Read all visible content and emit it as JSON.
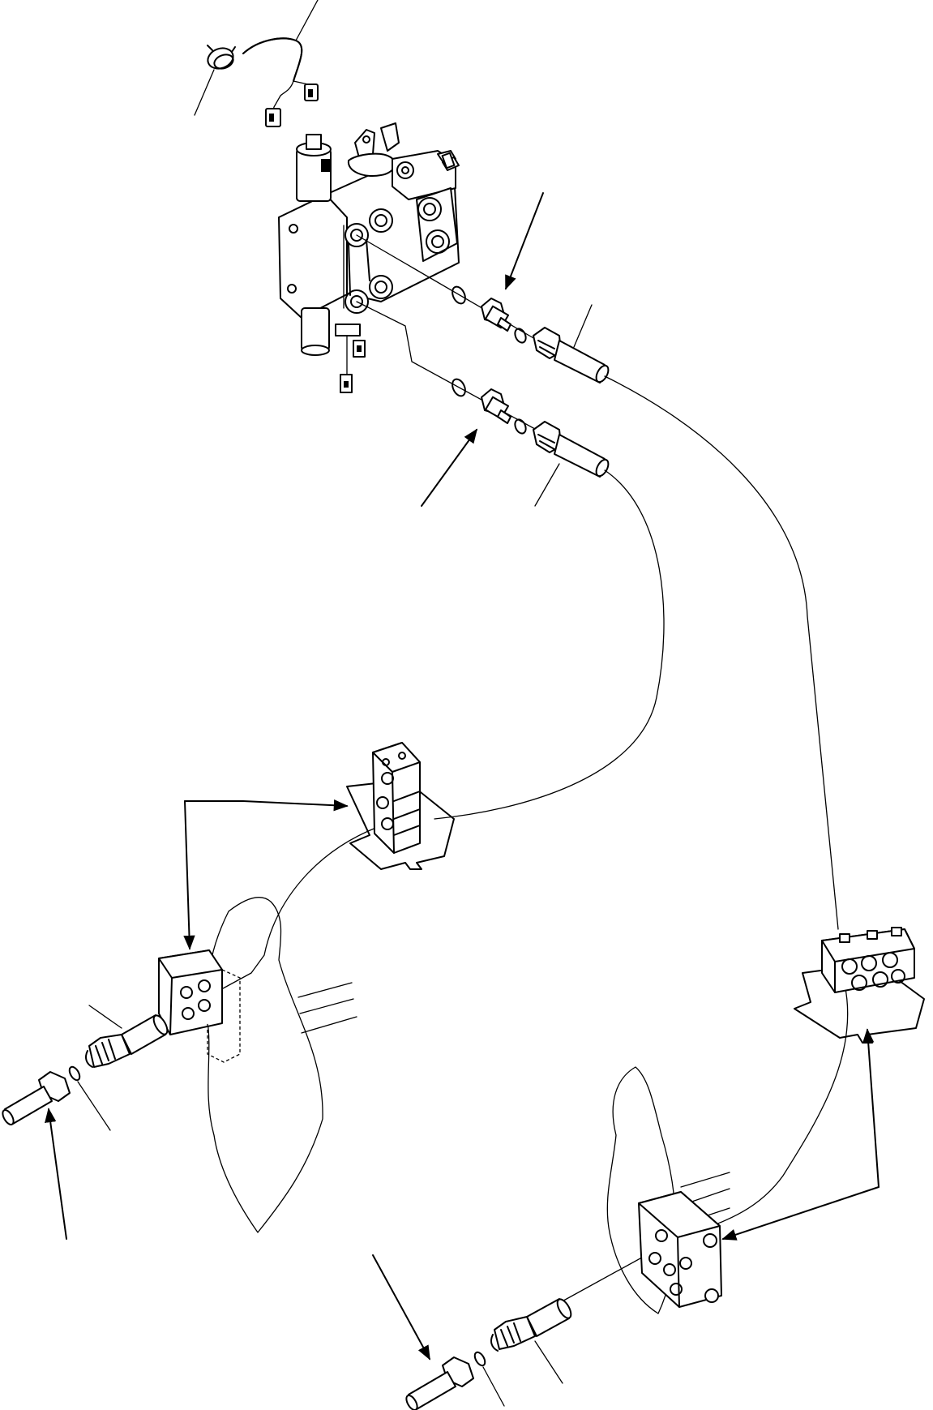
{
  "diagram": {
    "type": "exploded-view parts diagram (hydraulic control valve hose routing)",
    "text_labels": [],
    "colors": {
      "line": "#000000",
      "background": "#ffffff"
    },
    "parts": [
      "hose-clamp",
      "wire-harness",
      "control-valve",
      "o-ring",
      "adapter-fitting",
      "hose-assembly",
      "hose-line",
      "hose-clamp-block",
      "bulkhead-plate",
      "cylinder-fitting"
    ]
  }
}
